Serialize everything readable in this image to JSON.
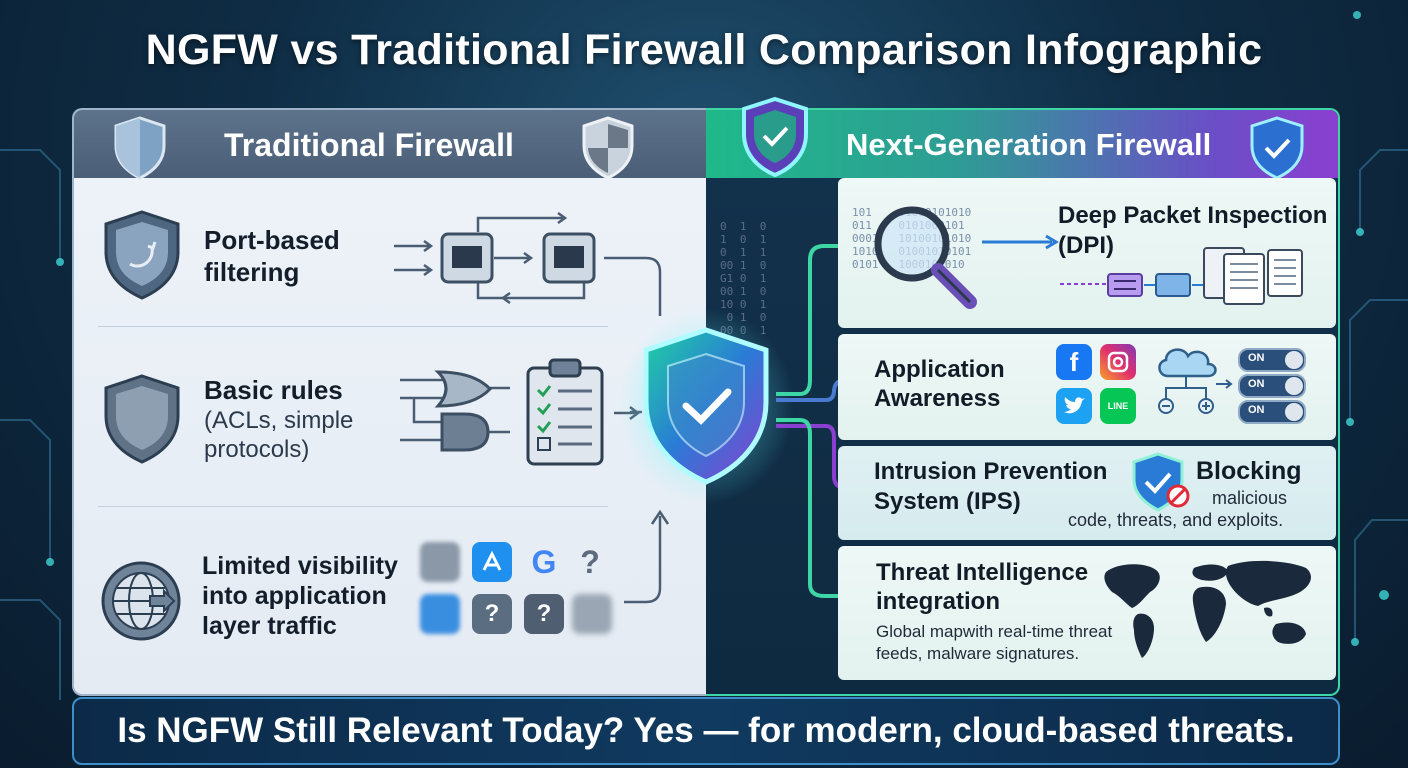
{
  "title": "NGFW vs Traditional Firewall Comparison Infographic",
  "traditional": {
    "header": "Traditional Firewall",
    "features": [
      {
        "title": "Port-based filtering",
        "title_line1": "Port-based",
        "title_line2": "filtering"
      },
      {
        "title": "Basic rules",
        "subtitle_line1": "(ACLs, simple",
        "subtitle_line2": "protocols)"
      },
      {
        "title_line1": "Limited visibility",
        "title_line2": "into application",
        "title_line3": "layer traffic"
      }
    ],
    "unknown_apps": [
      "?",
      "?",
      "?"
    ],
    "google_letter": "G"
  },
  "ngfw": {
    "header": "Next-Generation Firewall",
    "features": [
      {
        "title_line1": "Deep Packet Inspection",
        "title_line2": "(DPI)"
      },
      {
        "title_line1": "Application",
        "title_line2": "Awareness",
        "toggles": [
          "ON",
          "ON",
          "ON"
        ]
      },
      {
        "title_line1": "Intrusion Prevention",
        "title_line2": "System (IPS)",
        "badge": "Blocking",
        "desc_line1": "malicious",
        "desc_line2": "code, threats, and exploits."
      },
      {
        "title_line1": "Threat Intelligence",
        "title_line2": "integration",
        "desc_line1": "Global mapwith real-time threat",
        "desc_line2": "feeds, malware signatures."
      }
    ],
    "apps": {
      "facebook": "f",
      "line": "LINE"
    }
  },
  "banner": "Is NGFW Still Relevant Today? Yes — for modern, cloud-based threats.",
  "colors": {
    "accent_green": "#3fd6a6",
    "accent_purple": "#8a3fd0",
    "traditional_gray": "#5d738b"
  }
}
